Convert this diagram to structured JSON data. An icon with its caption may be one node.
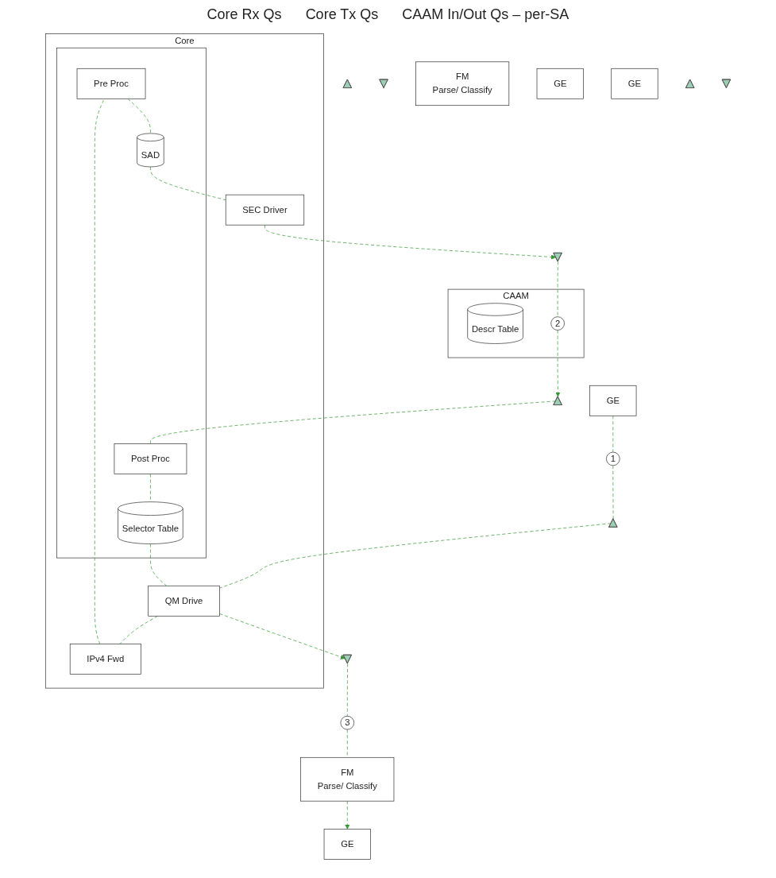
{
  "diagram": {
    "nodes": [
      {
        "text": [
          "Core"
        ]
      },
      {
        "text": [],
        "shape": "box",
        "in": 0
      },
      {
        "text": [
          "Pre Proc"
        ],
        "in": 1
      },
      {
        "text": [
          "SAD"
        ],
        "in": 1
      },
      {
        "text": [
          "Selector Table"
        ],
        "in": 1
      },
      {
        "text": [
          "Post Proc"
        ],
        "in": 1
      },
      {
        "text": [
          "IPv4 Fwd"
        ],
        "in": 0
      },
      {
        "text": [
          "QM Drive"
        ],
        "in": 0
      },
      {
        "text": [
          "SEC Driver"
        ],
        "in": 0
      },
      {
        "text": [],
        "shape": "chevron"
      },
      {
        "text": [],
        "shape": "chevron"
      },
      {
        "text": [],
        "shape": "chevron"
      },
      {
        "text": [],
        "shape": "chevron"
      },
      {
        "text": [
          "1"
        ]
      },
      {
        "text": [
          "3"
        ]
      },
      {
        "text": [
          "FM",
          "Parse/ Classify"
        ]
      },
      {
        "text": [
          "FM",
          "Parse/ Classify"
        ]
      },
      {
        "text": [
          "GE"
        ]
      },
      {
        "text": [
          "GE"
        ]
      },
      {
        "text": [
          "GE"
        ]
      },
      {
        "text": [
          "GE"
        ]
      },
      {
        "text": [],
        "shape": "chevron"
      },
      {
        "text": [],
        "shape": "chevron"
      },
      {
        "text": [],
        "shape": "chevron"
      },
      {
        "text": [],
        "shape": "chevron"
      },
      {
        "text": [
          "CAAM"
        ]
      },
      {
        "text": [
          "Descr Table"
        ],
        "in": 25
      },
      {
        "text": [
          "2"
        ],
        "in": 25
      }
    ],
    "edges": [
      {
        "from": 19,
        "to": 13,
        "arrow": "none",
        "style": "dashed",
        "color": "#339933"
      },
      {
        "from": 13,
        "to": 10,
        "arrow": "none",
        "style": "dashed",
        "color": "#339933"
      },
      {
        "from": 10,
        "to": 7,
        "arrow": "none",
        "style": "dashed",
        "color": "#339933"
      },
      {
        "from": 7,
        "to": 6,
        "arrow": "none",
        "style": "dashed",
        "color": "#339933"
      },
      {
        "from": 6,
        "to": 2,
        "arrow": "none",
        "style": "dashed",
        "color": "#339933"
      },
      {
        "from": 2,
        "to": 3,
        "arrow": "none",
        "style": "dashed",
        "color": "#339933"
      },
      {
        "from": 3,
        "to": 8,
        "arrow": "none",
        "style": "dashed",
        "color": "#339933"
      },
      {
        "from": 8,
        "to": 24,
        "arrow": "to",
        "style": "dashed",
        "color": "#339933"
      },
      {
        "from": 24,
        "to": 27,
        "arrow": "none",
        "style": "dashed",
        "color": "#339933"
      },
      {
        "from": 27,
        "to": 23,
        "arrow": "to",
        "style": "dashed",
        "color": "#339933"
      },
      {
        "from": 23,
        "to": 5,
        "arrow": "none",
        "style": "dashed",
        "color": "#339933"
      },
      {
        "from": 5,
        "to": 4,
        "arrow": "none",
        "style": "dashed",
        "color": "#339933"
      },
      {
        "from": 4,
        "to": 7,
        "arrow": "none",
        "style": "dashed",
        "color": "#339933"
      },
      {
        "from": 7,
        "to": 12,
        "arrow": "to",
        "style": "dashed",
        "color": "#339933"
      },
      {
        "from": 12,
        "to": 14,
        "arrow": "none",
        "style": "dashed",
        "color": "#339933"
      },
      {
        "from": 14,
        "to": 15,
        "arrow": "none",
        "style": "dashed",
        "color": "#339933"
      },
      {
        "from": 15,
        "to": 18,
        "arrow": "to",
        "style": "dashed",
        "color": "#339933"
      }
    ],
    "labels": [
      "Core Rx Qs",
      "Core Tx Qs",
      "CAAM In/Out Qs – per-SA"
    ]
  }
}
